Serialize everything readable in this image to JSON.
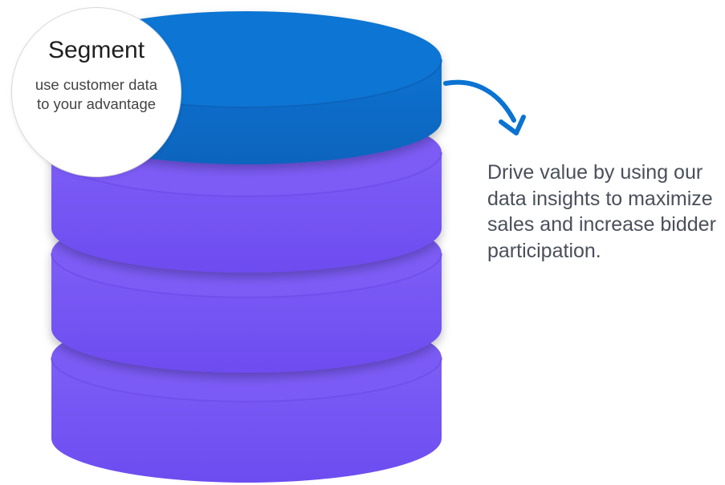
{
  "badge": {
    "title": "Segment",
    "description": "use customer data to your advantage"
  },
  "caption": "Drive value by using our data insights to maximize sales and increase bidder participation.",
  "colors": {
    "top_disc": "#0a73d2",
    "top_disc_side": "#0867c0",
    "layer_face": "#7a5af5",
    "layer_side": "#6f4ff0",
    "arrow": "#0a73d2",
    "background": "#ffffff"
  },
  "icons": {
    "arrow": "curved-arrow-down-icon"
  }
}
